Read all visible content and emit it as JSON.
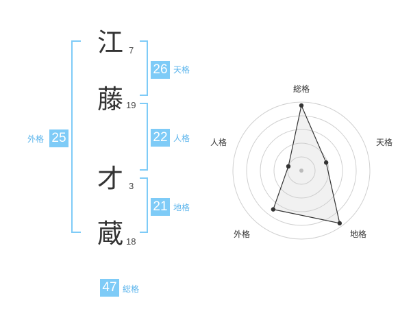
{
  "name_chars": [
    {
      "char": "江",
      "strokes": "7"
    },
    {
      "char": "藤",
      "strokes": "19"
    },
    {
      "char": "才",
      "strokes": "3"
    },
    {
      "char": "蔵",
      "strokes": "18"
    }
  ],
  "kaku": {
    "ten": {
      "value": "26",
      "label": "天格"
    },
    "jin": {
      "value": "22",
      "label": "人格"
    },
    "chi": {
      "value": "21",
      "label": "地格"
    },
    "gai": {
      "value": "25",
      "label": "外格"
    },
    "sou": {
      "value": "47",
      "label": "総格"
    }
  },
  "colors": {
    "accent": "#7ecbf7",
    "accent_text": "#5ab4ec",
    "text": "#333333"
  },
  "chart_data": {
    "type": "radar",
    "axes": [
      "総格",
      "天格",
      "地格",
      "外格",
      "人格"
    ],
    "values": [
      0.95,
      0.38,
      0.95,
      0.7,
      0.2
    ],
    "rmax": 1,
    "rings": 5,
    "grid": true
  }
}
